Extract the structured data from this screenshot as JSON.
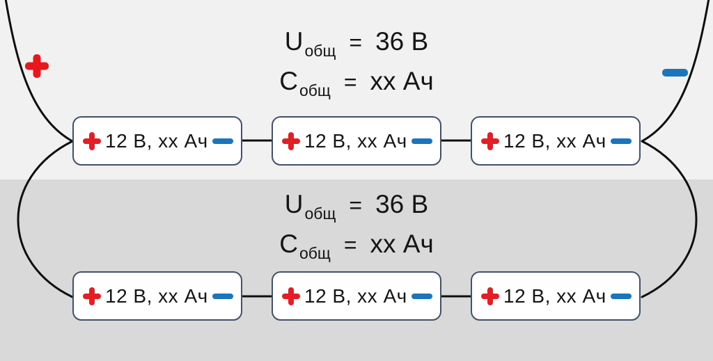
{
  "diagram": {
    "type": "battery-wiring-diagram",
    "description_visible_only": "two parallel strings of three series batteries"
  },
  "colors": {
    "background_top": "#f1f1f1",
    "background_bottom": "#d9d9d9",
    "box_fill": "#ffffff",
    "box_border": "#42506b",
    "wire": "#0e0e0e",
    "positive": "#e31e24",
    "negative": "#1b75bc",
    "text": "#151515"
  },
  "terminals": {
    "positive_icon": "plus",
    "negative_icon": "minus"
  },
  "sections": {
    "top": {
      "equation_u": {
        "symbol": "U",
        "subscript": "общ",
        "equals": "=",
        "value": "36 В"
      },
      "equation_c": {
        "symbol": "C",
        "subscript": "общ",
        "equals": "=",
        "value": "xx Ач"
      },
      "batteries": [
        "12 В, xx Ач",
        "12 В, xx Ач",
        "12 В, xx Ач"
      ]
    },
    "bottom": {
      "equation_u": {
        "symbol": "U",
        "subscript": "общ",
        "equals": "=",
        "value": "36 В"
      },
      "equation_c": {
        "symbol": "C",
        "subscript": "общ",
        "equals": "=",
        "value": "xx Ач"
      },
      "batteries": [
        "12 В, xx Ач",
        "12 В, xx Ач",
        "12 В, xx Ач"
      ]
    }
  }
}
